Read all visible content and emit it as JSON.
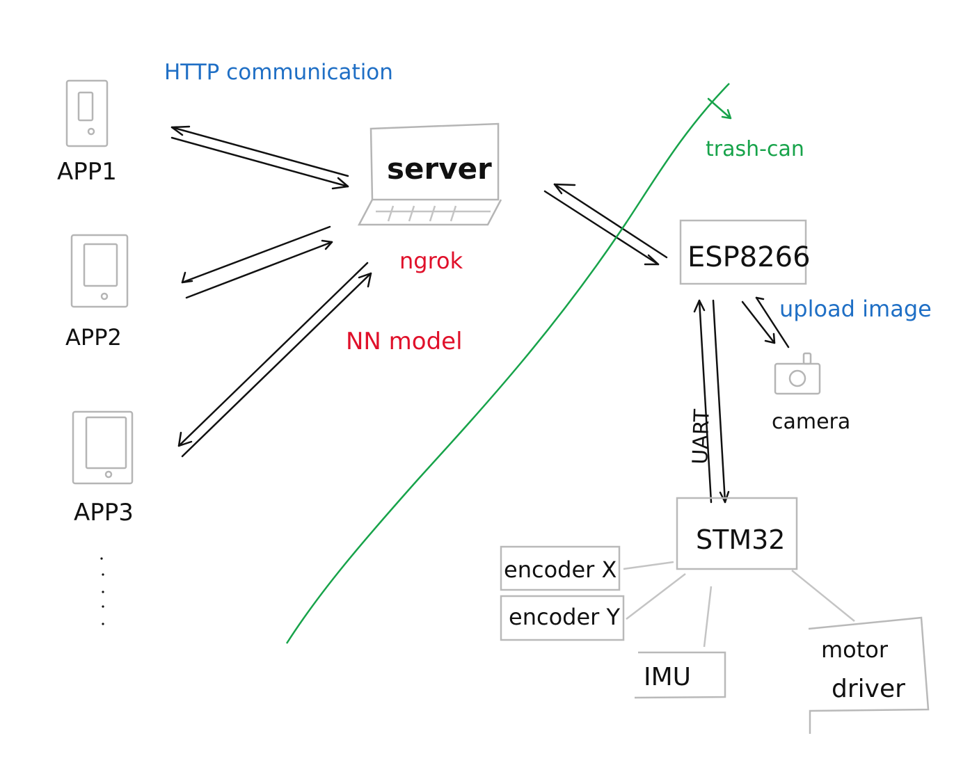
{
  "labels": {
    "http_communication": "HTTP communication",
    "app1": "APP1",
    "app2": "APP2",
    "app3": "APP3",
    "ellipsis": "......",
    "server": "server",
    "ngrok": "ngrok",
    "nn_model": "NN model",
    "trash_can": "trash-can",
    "esp8266": "ESP8266",
    "upload_image": "upload image",
    "camera": "camera",
    "uart": "UART",
    "stm32": "STM32",
    "encoder_x": "encoder X",
    "encoder_y": "encoder Y",
    "imu": "IMU",
    "motor_driver_line1": "motor",
    "motor_driver_line2": "driver"
  },
  "colors": {
    "ink": "#111111",
    "blue": "#1f6fc5",
    "red": "#e0102a",
    "green": "#17a34a",
    "gray": "#b9b9b9"
  }
}
